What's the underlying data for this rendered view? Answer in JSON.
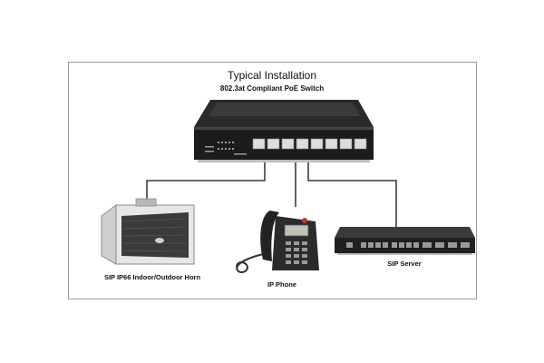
{
  "title": "Typical Installation",
  "switch": {
    "label": "802.3at Compliant PoE Switch"
  },
  "devices": [
    {
      "id": "horn",
      "label": "SIP IP66 Indoor/Outdoor Horn"
    },
    {
      "id": "phone",
      "label": "IP Phone"
    },
    {
      "id": "server",
      "label": "SIP Server"
    }
  ],
  "colors": {
    "frame": "#9a9a9a",
    "cable": "#111111",
    "device_dark": "#2a2a2a",
    "device_mid": "#555555",
    "port": "#d8d8d8"
  }
}
